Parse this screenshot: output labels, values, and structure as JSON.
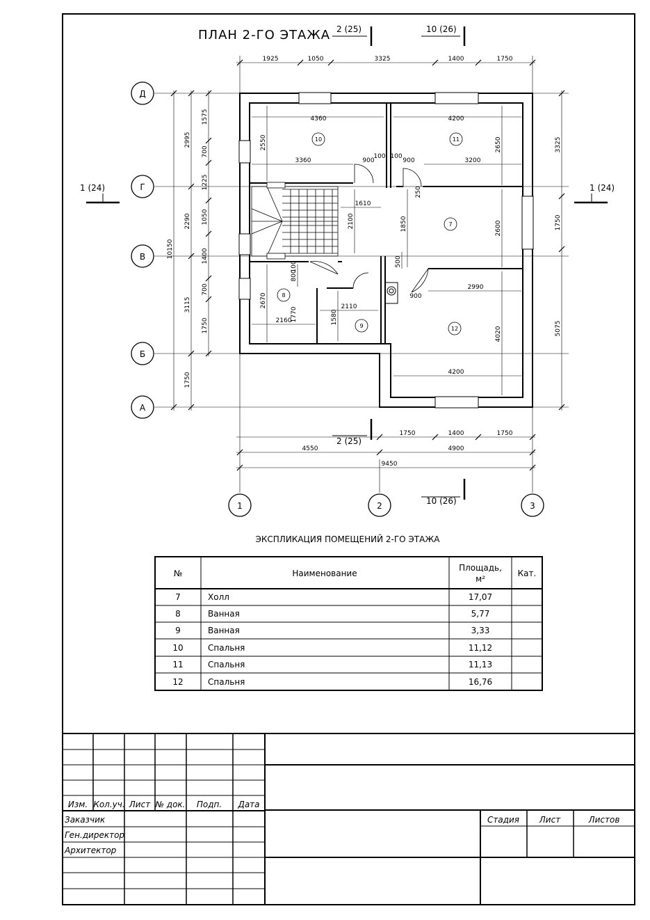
{
  "plan": {
    "title": "ПЛАН 2-ГО ЭТАЖА",
    "section_labels": {
      "s2": "2 (25)",
      "s10": "10 (26)",
      "s1": "1 (24)"
    },
    "axes_rows": [
      "Д",
      "Г",
      "В",
      "Б",
      "А"
    ],
    "axes_cols": [
      "1",
      "2",
      "3"
    ],
    "dims_top": [
      "1925",
      "1050",
      "3325",
      "1400",
      "1750"
    ],
    "dims_bottom": [
      "1750",
      "1400",
      "1750",
      "4550",
      "4900",
      "9450"
    ],
    "dims_left_outer": [
      "10150"
    ],
    "dims_left_mid": [
      "2995",
      "2290",
      "3115",
      "1750"
    ],
    "dims_left_inner": [
      "1575",
      "700",
      "1225",
      "1050",
      "1400",
      "700",
      "1750"
    ],
    "dims_right": [
      "3325",
      "1750",
      "5075"
    ],
    "dims_inner": [
      "4360",
      "4200",
      "2550",
      "2650",
      "3360",
      "100",
      "900",
      "100",
      "900",
      "3200",
      "250",
      "1610",
      "2100",
      "1850",
      "2600",
      "500",
      "100",
      "800",
      "2990",
      "900",
      "2670",
      "2110",
      "1580",
      "1770",
      "2160",
      "4020",
      "4200"
    ],
    "rooms": [
      "10",
      "11",
      "7",
      "8",
      "9",
      "12"
    ]
  },
  "explication": {
    "title": "ЭКСПЛИКАЦИЯ ПОМЕЩЕНИЙ 2-ГО ЭТАЖА",
    "headers": {
      "num": "№",
      "name": "Наименование",
      "area": "Площадь,",
      "area_unit": "м²",
      "cat": "Кат."
    },
    "rows": [
      {
        "num": "7",
        "name": "Холл",
        "area": "17,07"
      },
      {
        "num": "8",
        "name": "Ванная",
        "area": "5,77"
      },
      {
        "num": "9",
        "name": "Ванная",
        "area": "3,33"
      },
      {
        "num": "10",
        "name": "Спальня",
        "area": "11,12"
      },
      {
        "num": "11",
        "name": "Спальня",
        "area": "11,13"
      },
      {
        "num": "12",
        "name": "Спальня",
        "area": "16,76"
      }
    ]
  },
  "title_block": {
    "cols": [
      "Изм.",
      "Кол.уч.",
      "Лист",
      "№ док.",
      "Подп.",
      "Дата"
    ],
    "roles": [
      "Заказчик",
      "Ген.директор",
      "Архитектор"
    ],
    "stage": [
      "Стадия",
      "Лист",
      "Листов"
    ]
  }
}
